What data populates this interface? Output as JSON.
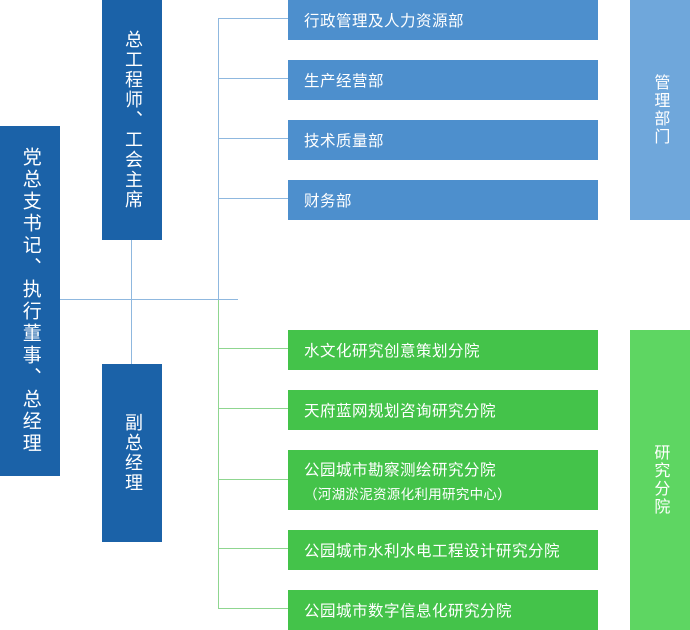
{
  "root": {
    "label": "党总支书记、执行董事、总经理"
  },
  "upper_leader": {
    "label": "总工程师、工会主席"
  },
  "lower_leader": {
    "label": "副总经理"
  },
  "management": {
    "label": "管理部门",
    "items": [
      {
        "label": "行政管理及人力资源部"
      },
      {
        "label": "生产经营部"
      },
      {
        "label": "技术质量部"
      },
      {
        "label": "财务部"
      }
    ]
  },
  "research": {
    "label": "研究分院",
    "items": [
      {
        "label": "水文化研究创意策划分院",
        "sub": ""
      },
      {
        "label": "天府蓝网规划咨询研究分院",
        "sub": ""
      },
      {
        "label": "公园城市勘察测绘研究分院",
        "sub": "（河湖淤泥资源化利用研究中心）"
      },
      {
        "label": "公园城市水利水电工程设计研究分院",
        "sub": ""
      },
      {
        "label": "公园城市数字信息化研究分院",
        "sub": ""
      }
    ]
  },
  "colors": {
    "dark_blue": "#1b62a8",
    "mid_blue": "#4d8fcd",
    "light_blue": "#6fa7db",
    "green": "#44c34a",
    "light_green": "#5ed662"
  }
}
